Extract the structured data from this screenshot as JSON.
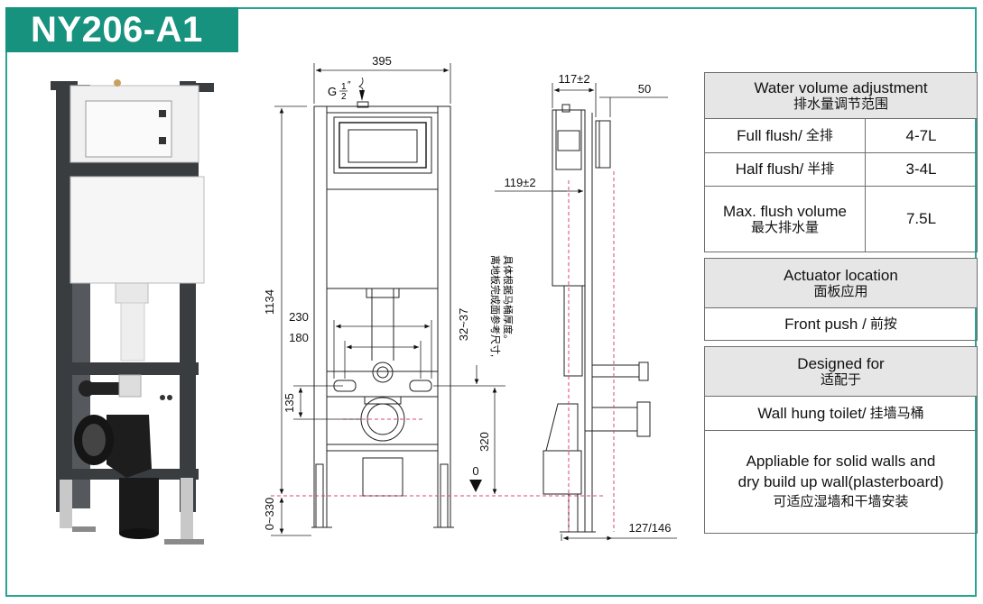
{
  "model": "NY206-A1",
  "photo": {
    "alt": "concealed cistern frame product photo"
  },
  "front_view": {
    "width_dim": "395",
    "height_dim": "1134",
    "dim_230": "230",
    "dim_180": "180",
    "dim_135": "135",
    "dim_32_37": "32~37",
    "dim_320": "320",
    "dim_0_330": "0~330",
    "zero_mark": "0",
    "thread_g": "G",
    "thread_num": "1",
    "thread_den": "2",
    "thread_unit": "″",
    "note_line1": "离地板完成面参考尺寸,",
    "note_line2": "具体根据马桶厚度。"
  },
  "side_view": {
    "dim_117": "117±2",
    "dim_50": "50",
    "dim_119": "119±2",
    "dim_127_146": "127/146"
  },
  "spec_table": {
    "water": {
      "header_en": "Water volume adjustment",
      "header_cn": "排水量调节范围",
      "rows": [
        {
          "label_en": "Full flush/",
          "label_cn": "全排",
          "value": "4-7L"
        },
        {
          "label_en": "Half flush/",
          "label_cn": "半排",
          "value": "3-4L"
        },
        {
          "label_en": "Max. flush volume",
          "label_cn": "最大排水量",
          "value": "7.5L"
        }
      ]
    },
    "actuator": {
      "header_en": "Actuator location",
      "header_cn": "面板应用",
      "value_en": "Front push /",
      "value_cn": "前按"
    },
    "designed": {
      "header_en": "Designed for",
      "header_cn": "适配于",
      "value1_en": "Wall hung toilet/",
      "value1_cn": "挂墙马桶",
      "value2_line1": "Appliable for solid walls and",
      "value2_line2": "dry build up wall(plasterboard)",
      "value2_cn": "可适应湿墙和干墙安装"
    }
  },
  "colors": {
    "brand": "#17927f",
    "border": "#2aa392",
    "header_bg": "#e6e6e6",
    "frame_gray": "#3a3d40",
    "dashed": "#d8467a"
  }
}
